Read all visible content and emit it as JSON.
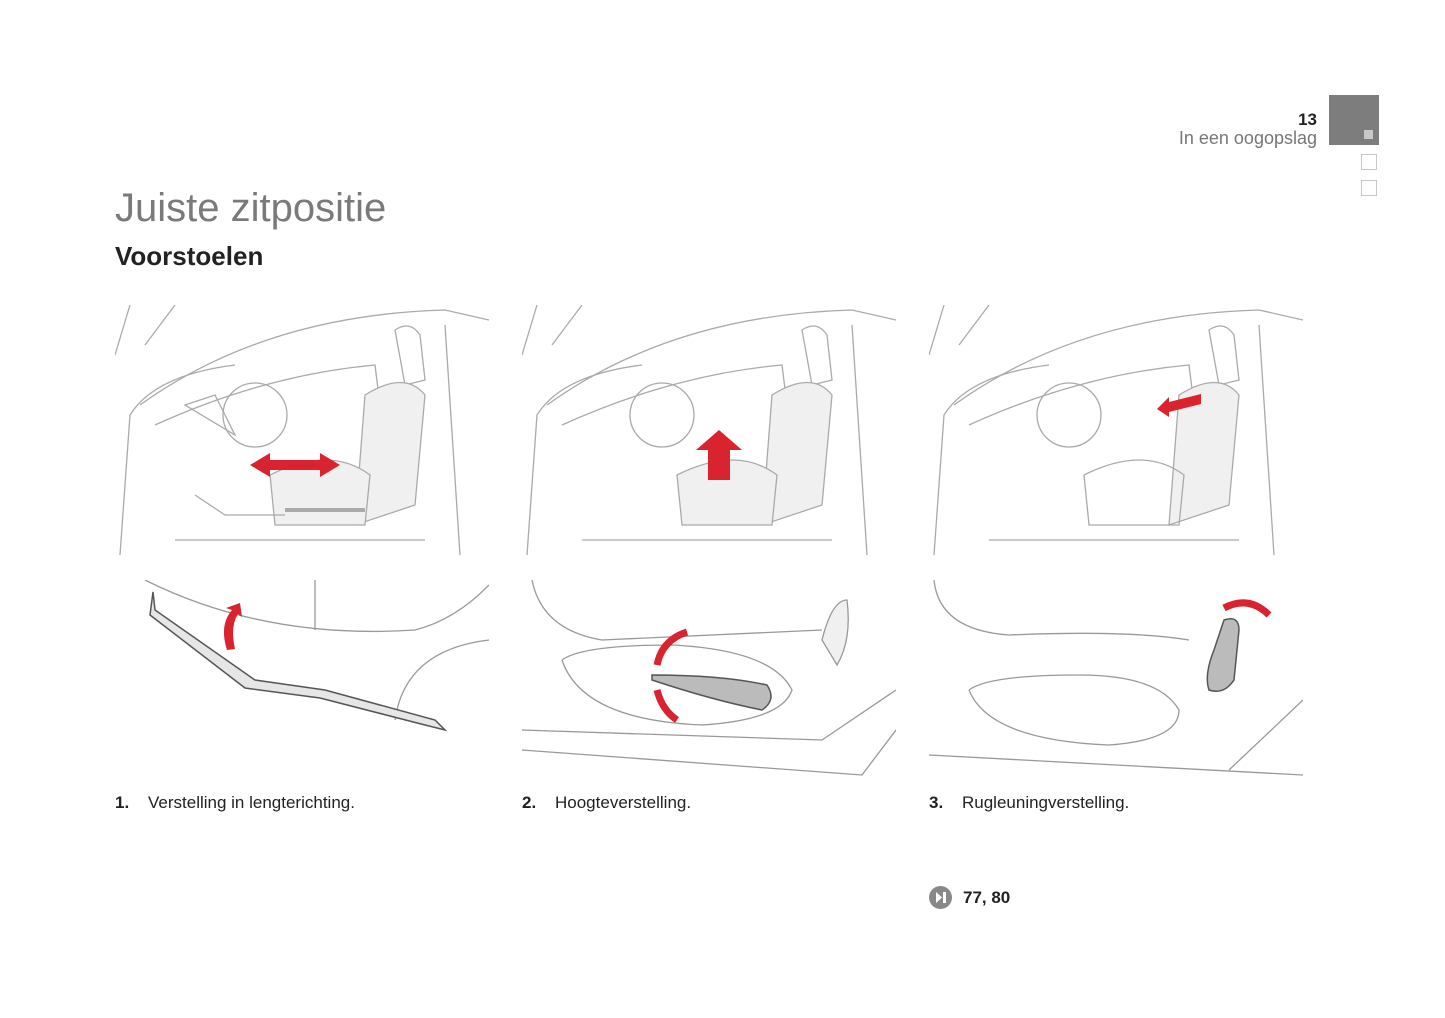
{
  "header": {
    "page_number": "13",
    "section": "In een oogopslag"
  },
  "title": "Juiste zitpositie",
  "subtitle": "Voorstoelen",
  "items": [
    {
      "number": "1.",
      "label": "Verstelling in lengterichting."
    },
    {
      "number": "2.",
      "label": "Hoogteverstelling."
    },
    {
      "number": "3.",
      "label": "Rugleuningverstelling."
    }
  ],
  "reference": {
    "icon": "page-reference-icon",
    "pages": "77, 80"
  },
  "colors": {
    "accent": "#d9232e",
    "tab": "#7d7d7d"
  }
}
